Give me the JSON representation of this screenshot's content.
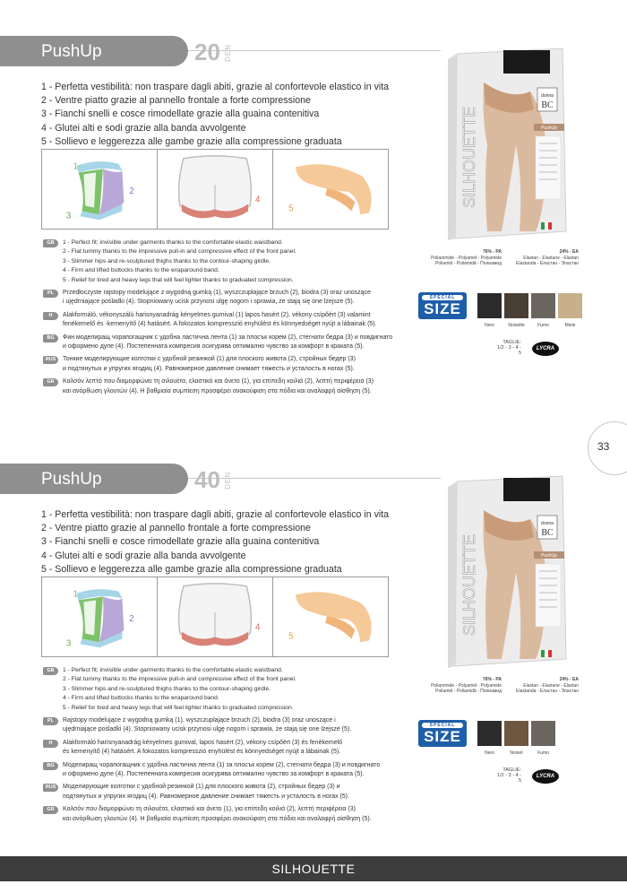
{
  "page_number": "33",
  "footer": "SILHOUETTE",
  "products": [
    {
      "title": "PushUp",
      "den_value": "20",
      "den_unit": "DEN",
      "features": [
        "1 - Perfetta vestibilità: non traspare dagli abiti, grazie al confortevole elastico in vita",
        "2 - Ventre piatto grazie al pannello frontale a forte compressione",
        "3 - Fianchi snelli e cosce rimodellate grazie alla guaina contenitiva",
        "4 - Glutei alti e sodi grazie alla banda avvolgente",
        "5 - Sollievo e leggerezza alle gambe grazie alla compressione graduata"
      ],
      "illustration_numbers": [
        "1",
        "2",
        "3",
        "4",
        "5"
      ],
      "languages": [
        {
          "code": "GB",
          "lines": [
            "1 - Perfect fit; invisible under garments thanks to the comfortable elastic waistband.",
            "2 - Flat tummy thanks to the impressive pull-in and compressive effect of the front panel.",
            "3 - Slimmer hips and re-sculptured thighs thanks to the contour-shaping girdle.",
            "4 - Firm and lifted buttocks thanks to the wraparound band.",
            "5 - Relief for tired and heavy legs that will feel lighter thanks to graduated compression."
          ]
        },
        {
          "code": "PL",
          "lines": [
            "Przedłoczyste rajstopy modelujące z wygodną gumką (1), wyszczuplające brzuch (2), biodra (3) oraz unoszące",
            "i ujędrniające pośladki (4). Stopniowany ucisk przynosi ulgę nogom i sprawia, że stają się one lżejsze (5)."
          ]
        },
        {
          "code": "H",
          "lines": [
            "Alakformáló, vékonyszálú harisnyanadrág kényelmes gumival (1) lapos hasért (2), vékony csípőért (3) valamint",
            "fenékemelő és -kemenyítő (4) hatásért. A fokozatos kompresszió enyhülést és könnyedséget nyújt a lábainak (5)."
          ]
        },
        {
          "code": "BG",
          "lines": [
            "Фин моделиращ чорапогащник с удобна ластична лента (1) за плосък корем (2), стегнати бедра (3) и повдигнато",
            "и оформено дупе (4). Постепенната компресия осигурява оптимално чувство за комфорт в краката (5)."
          ]
        },
        {
          "code": "RUS",
          "lines": [
            "Тонкие моделирующие колготки с удобной резинкой (1) для плоского живота (2), стройных бедер (3)",
            "и подтянутых и упругих ягодиц (4). Равномерное давление снимает тяжесть и усталость в ногах (5)."
          ]
        },
        {
          "code": "GR",
          "lines": [
            "Καλσόν λεπτό που διαμορφώνει τη σιλουέτα, ελαστικό και άνετο (1), για επίπεδη κοιλιά (2), λεπτή περιφέρεια (3)",
            "και ανόρθωση γλουτών (4). Η βαθμιαία συμπίεση προσφέρει ανακούφιση στα πόδια και αναλαφρή αίσθηση (5)."
          ]
        }
      ],
      "box": {
        "brand_line1": "donna",
        "brand_line2": "BC",
        "vertical": "SILHOUETTE",
        "label": "PushUp"
      },
      "composition": [
        {
          "pct": "76% - PA",
          "text": [
            "Poliammide - Polyamid - Polyamide",
            "Poliamid - Poliamidă - Полиамид"
          ]
        },
        {
          "pct": "24% - EA",
          "text": [
            "Elastan - Elastane - Elastan",
            "Elastanda - Еластан - Эластан"
          ]
        }
      ],
      "size_badge": {
        "top": "SPECIAL",
        "main": "SIZE"
      },
      "colors": [
        {
          "name": "Nero",
          "hex": "#2b2b2b"
        },
        {
          "name": "Noisette",
          "hex": "#4a3f35"
        },
        {
          "name": "Fumo",
          "hex": "#6b6560"
        },
        {
          "name": "Miele",
          "hex": "#c7b08b"
        }
      ],
      "sizes_label": "TAGLIE:",
      "sizes": "1/2 - 3 - 4 - 5",
      "lycra": "LYCRA"
    },
    {
      "title": "PushUp",
      "den_value": "40",
      "den_unit": "DEN",
      "features": [
        "1 - Perfetta vestibilità: non traspare dagli abiti, grazie al confortevole elastico in vita",
        "2 - Ventre piatto grazie al pannello frontale a forte compressione",
        "3 - Fianchi snelli e cosce rimodellate grazie alla guaina contenitiva",
        "4 - Glutei alti e sodi grazie alla banda avvolgente",
        "5 - Sollievo e leggerezza alle gambe grazie alla compressione graduata"
      ],
      "illustration_numbers": [
        "1",
        "2",
        "3",
        "4",
        "5"
      ],
      "languages": [
        {
          "code": "GB",
          "lines": [
            "1 - Perfect fit; invisible under garments thanks to the comfortable elastic waistband.",
            "2 - Flat tummy thanks to the impressive pull-in and compressive effect of the front panel.",
            "3 - Slimmer hips and re-sculptured thighs thanks to the contour-shaping girdle.",
            "4 - Firm and lifted buttocks thanks to the wraparound band.",
            "5 - Relief for tired and heavy legs that will feel lighter thanks to graduated compression."
          ]
        },
        {
          "code": "PL",
          "lines": [
            "Rajstopy modelujące z wygodną gumką (1), wyszczuplające brzuch (2), biodra (3) oraz unoszące i",
            "ujędrniające pośladki (4). Stopniowany ucisk przynosi ulgę nogom i sprawia, że stają się one lżejsze (5)."
          ]
        },
        {
          "code": "H",
          "lines": [
            "Alakformáló harisnyanadrág kényelmes gumival, lapos hasért (2), vékony csípőért (3) és fenékemelő",
            "és kemenyítő (4) hatásért. A fokozatos kompresszió enyhülést és könnyedséget nyújt a lábainak (5)."
          ]
        },
        {
          "code": "BG",
          "lines": [
            "Моделиращ чорапогащник с удобна ластична лента (1) за плосък корем (2), стегнати бедра (3) и повдигнато",
            "и оформено дупе (4). Постепенната компресия осигурява оптимално чувство за комфорт в краката (5)."
          ]
        },
        {
          "code": "RUS",
          "lines": [
            "Моделирующие колготки с удобной резинкой (1) для плоского живота (2), стройных бедер (3) и",
            "подтянутых и упругих ягодиц (4). Равномерное давление снимает тяжесть и усталость в ногах (5)."
          ]
        },
        {
          "code": "GR",
          "lines": [
            "Καλσόν που διαμορφώνει τη σιλουέτα, ελαστικό και άνετο (1), για επίπεδη κοιλιά (2), λεπτή περιφέρεια (3)",
            "και ανόρθωση γλουτών (4). Η βαθμιαία συμπίεση προσφέρει ανακούφιση στα πόδια και αναλαφρή αίσθηση (5)."
          ]
        }
      ],
      "box": {
        "brand_line1": "donna",
        "brand_line2": "BC",
        "vertical": "SILHOUETTE",
        "label": "PushUp"
      },
      "composition": [
        {
          "pct": "76% - PA",
          "text": [
            "Poliammide - Polyamid - Polyamide",
            "Poliamid - Poliamidă - Полиамид"
          ]
        },
        {
          "pct": "24% - EA",
          "text": [
            "Elastan - Elastane - Elastan",
            "Elastanda - Еластан - Эластан"
          ]
        }
      ],
      "size_badge": {
        "top": "SPECIAL",
        "main": "SIZE"
      },
      "colors": [
        {
          "name": "Nero",
          "hex": "#2b2b2b"
        },
        {
          "name": "Noiset",
          "hex": "#6e5640"
        },
        {
          "name": "Fumo",
          "hex": "#6b6560"
        }
      ],
      "sizes_label": "TAGLIE:",
      "sizes": "1/2 - 3 - 4 - 5",
      "lycra": "LYCRA"
    }
  ]
}
